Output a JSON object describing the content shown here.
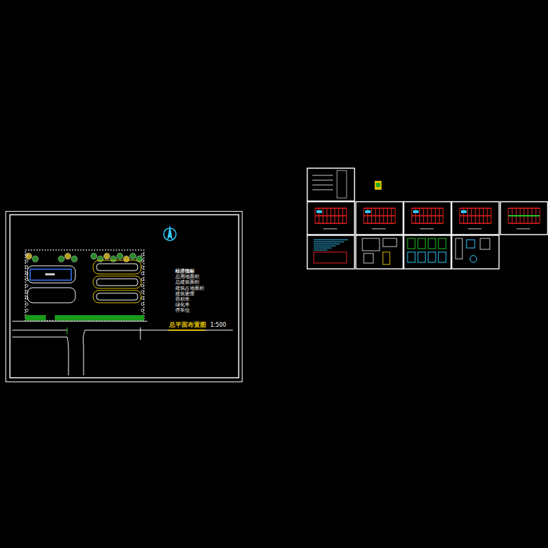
{
  "diagram": {
    "title": "总平面布置图",
    "labels": [
      "经济指标",
      "总用地面积",
      "总建筑面积",
      "建筑占地面积",
      "建筑密度",
      "容积率",
      "绿化率",
      "停车位",
      "1:500"
    ]
  }
}
